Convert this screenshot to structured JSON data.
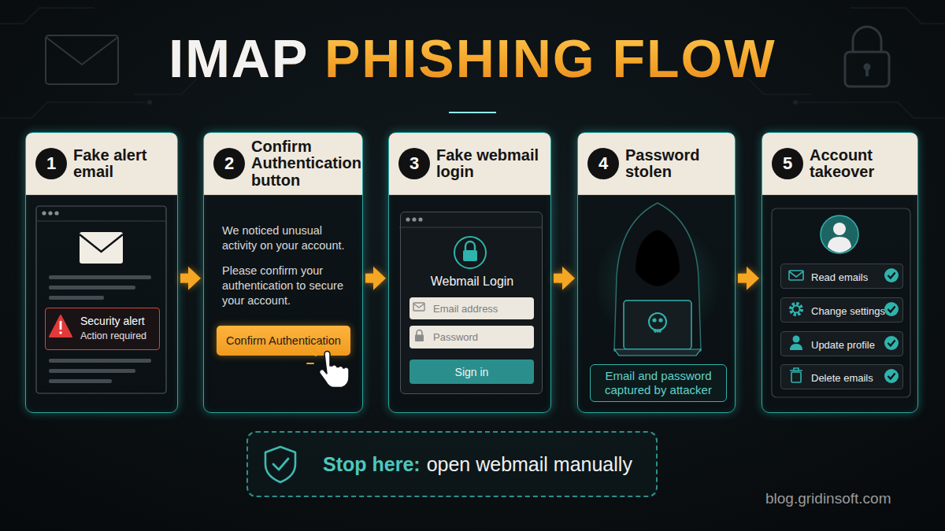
{
  "diagram": {
    "title": "IMAP PHISHING FLOW",
    "nodes": [
      {
        "text": [
          "1",
          "Fake alert email"
        ]
      },
      {
        "text": [
          "Security alert",
          "Action required"
        ],
        "in": 0
      },
      {
        "text": [
          "2",
          "Confirm Authentication button",
          "We noticed unusual activity on your account.",
          "Please confirm your authentication to secure your account."
        ]
      },
      {
        "text": [
          "Confirm Authentication"
        ],
        "in": 2
      },
      {
        "text": [
          "3",
          "Fake webmail login"
        ]
      },
      {
        "text": [
          "Webmail Login"
        ],
        "in": 4
      },
      {
        "text": [
          "Email address"
        ],
        "in": 5
      },
      {
        "text": [
          "Password"
        ],
        "in": 5
      },
      {
        "text": [
          "Sign in"
        ],
        "in": 5
      },
      {
        "text": [
          "4",
          "Password stolen"
        ]
      },
      {
        "text": [
          "Email and password captured by attacker"
        ],
        "in": 9
      },
      {
        "text": [
          "5",
          "Account takeover"
        ]
      },
      {
        "text": [
          "Read emails"
        ],
        "in": 11
      },
      {
        "text": [
          "Change settings"
        ],
        "in": 11
      },
      {
        "text": [
          "Update profile"
        ],
        "in": 11
      },
      {
        "text": [
          "Delete emails"
        ],
        "in": 11
      },
      {
        "text": [
          "Stop here:",
          "open webmail manually"
        ]
      }
    ],
    "edges": [
      {
        "from": 0,
        "to": 2,
        "arrow": "to"
      },
      {
        "from": 2,
        "to": 4,
        "arrow": "to"
      },
      {
        "from": 4,
        "to": 9,
        "arrow": "to"
      },
      {
        "from": 9,
        "to": 11,
        "arrow": "to"
      }
    ],
    "labels": [
      "blog.gridinsoft.com"
    ]
  }
}
